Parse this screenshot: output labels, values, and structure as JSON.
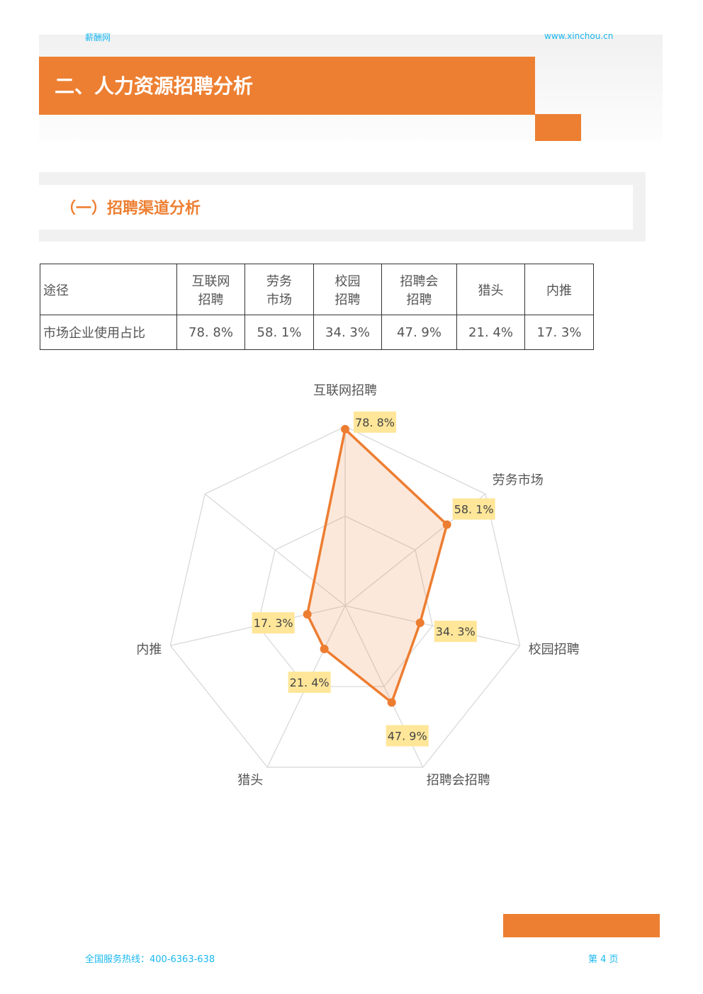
{
  "header": {
    "brand": "薪酬网",
    "url": "www.xinchou.cn",
    "title": "二、人力资源招聘分析"
  },
  "section": {
    "title": "（一）招聘渠道分析"
  },
  "table": {
    "row_label_header": "途径",
    "columns": [
      "互联网\n招聘",
      "劳务\n市场",
      "校园\n招聘",
      "招聘会\n招聘",
      "猎头",
      "内推"
    ],
    "row_label": "市场企业使用占比",
    "values": [
      "78. 8%",
      "58. 1%",
      "34. 3%",
      "47. 9%",
      "21. 4%",
      "17. 3%"
    ]
  },
  "chart_data": {
    "type": "radar",
    "axes": [
      "互联网招聘",
      "劳务市场",
      "校园招聘",
      "招聘会招聘",
      "猎头",
      "内推"
    ],
    "values": [
      78.8,
      58.1,
      34.3,
      47.9,
      21.4,
      17.3
    ],
    "data_labels": [
      "78. 8%",
      "58. 1%",
      "34. 3%",
      "47. 9%",
      "21. 4%",
      "17. 3%"
    ],
    "max": 80,
    "grid_rings": 2,
    "series_color": "#ed7d31",
    "label_bg": "#ffe699"
  },
  "footer": {
    "hotline": "全国服务热线：400-6363-638",
    "page": "第 4 页"
  }
}
